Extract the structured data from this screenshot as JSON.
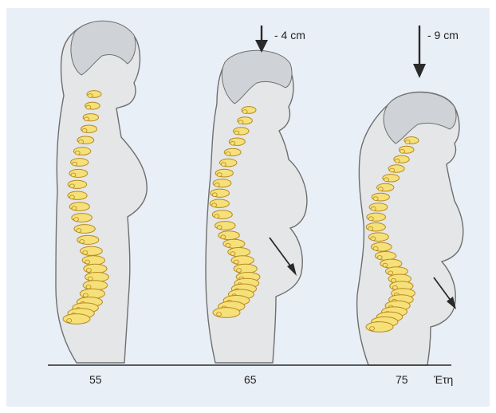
{
  "figure": {
    "ages": [
      {
        "label": "55"
      },
      {
        "label": "65"
      },
      {
        "label": "75"
      }
    ],
    "axis_unit_label": "Έτη",
    "height_loss": [
      {
        "label": "- 4 cm"
      },
      {
        "label": "- 9 cm"
      }
    ],
    "colors": {
      "background": "#e9eff7",
      "body_fill": "#e4e6e8",
      "body_outline": "#6f6f6f",
      "spine": "#f6e07a",
      "spine_outline": "#b88a1c",
      "arrow": "#2a2a2a"
    }
  }
}
